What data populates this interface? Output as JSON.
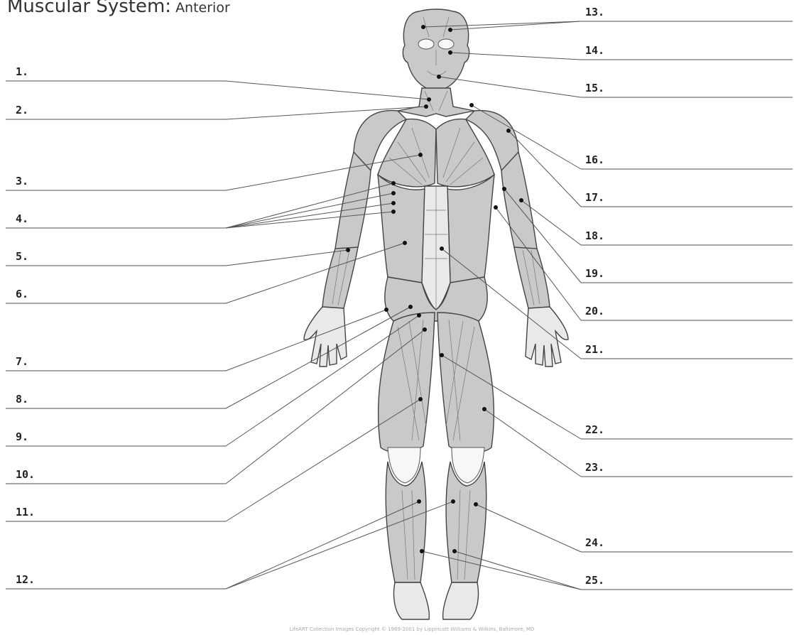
{
  "title": "Muscular System:",
  "subtitle": "Anterior",
  "labels": {
    "left": [
      "1.",
      "2.",
      "3.",
      "4.",
      "5.",
      "6.",
      "7.",
      "8.",
      "9.",
      "10.",
      "11.",
      "12."
    ],
    "right": [
      "13.",
      "14.",
      "15.",
      "16.",
      "17.",
      "18.",
      "19.",
      "20.",
      "21.",
      "22.",
      "23.",
      "24.",
      "25."
    ]
  },
  "credit": "LifeART Collection Images Copyright © 1989-2001 by Lippincott Williams & Wilkins, Baltimore, MD",
  "colors": {
    "muscle": "#c9c9c9",
    "outline": "#444444",
    "leader": "#555555",
    "rule": "#8a8a8a"
  }
}
